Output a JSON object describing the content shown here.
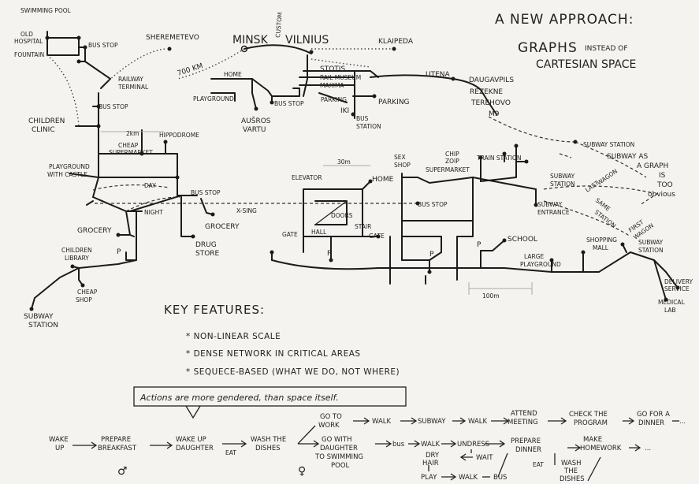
{
  "title": {
    "line1": "A NEW APPROACH:",
    "line2": "GRAPHS",
    "line2b": "INSTEAD OF",
    "line3": "CARTESIAN SPACE"
  },
  "places": {
    "swimming_pool": "SWIMMING POOL",
    "old_hospital_1": "OLD",
    "old_hospital_2": "HOSPITAL",
    "fountain": "FOUNTAIN",
    "bus_stop": "BUS STOP",
    "sheremetevo": "SHEREMETEVO",
    "minsk": "MINSK",
    "custom": "CUSTOM",
    "vilnius": "VILNIUS",
    "klaipeda": "KLAIPEDA",
    "km700": "700 KM",
    "railway_terminal_1": "RAILWAY",
    "railway_terminal_2": "TERMINAL",
    "home": "HOME",
    "playground": "PLAYGROUND",
    "stotis": "STOTIS",
    "rail_museum": "RAIL MUSEUM",
    "maxima": "MAXIMA",
    "parking": "PARKING",
    "iki": "IKI",
    "bus_station_1": "BUS",
    "bus_station_2": "STATION",
    "ausros_1": "AUŠROS",
    "ausros_2": "VARTU",
    "utena": "UTENA",
    "daugavpils": "DAUGAVPILS",
    "rezekne": "REZEKNE",
    "terehovo": "TEREHOVO",
    "m9": "M9",
    "children_clinic_1": "CHILDREN",
    "children_clinic_2": "CLINIC",
    "km2": "2km",
    "hippodrome": "HIPPODROME",
    "cheap_supermarket_1": "CHEAP",
    "cheap_supermarket_2": "SUPERMARKET",
    "playground_castle_1": "PLAYGROUND",
    "playground_castle_2": "WITH CASTLE",
    "day": "DAY",
    "night": "NIGHT",
    "grocery": "GROCERY",
    "drug_store_1": "DRUG",
    "drug_store_2": "STORE",
    "children_library_1": "CHILDREN",
    "children_library_2": "LIBRARY",
    "p": "P",
    "cheap_shop_1": "CHEAP",
    "cheap_shop_2": "SHOP",
    "subway_station_1": "SUBWAY",
    "subway_station_2": "STATION",
    "x_sing": "X-SING",
    "elevator": "ELEVATOR",
    "m30": "30m",
    "doors": "DOORS",
    "stair": "STAIR",
    "hall": "HALL",
    "gate": "GATE",
    "sex_shop_1": "SEX",
    "sex_shop_2": "SHOP",
    "chip_1": "CHIP",
    "chip_2": "ZOIP",
    "supermarket": "SUPERMARKET",
    "train_station": "TRAIN STATION",
    "subway_station_top": "SUBWAY STATION",
    "subway_graph_1": "SUBWAY AS",
    "subway_graph_2": "A GRAPH",
    "subway_graph_3": "IS",
    "subway_graph_4": "TOO",
    "subway_graph_5": "obvious",
    "subway_entrance_1": "SUBWAY",
    "subway_entrance_2": "ENTRANCE",
    "last_wagon_1": "LAST",
    "last_wagon_2": "WAGON",
    "same_station_1": "SAME",
    "same_station_2": "STATION",
    "first_wagon_1": "FIRST",
    "first_wagon_2": "WAGON",
    "school": "SCHOOL",
    "large_playground_1": "LARGE",
    "large_playground_2": "PLAYGROUND",
    "shopping_mall_1": "SHOPPING",
    "shopping_mall_2": "MALL",
    "m100": "100m",
    "delivery_1": "DELIVERY",
    "delivery_2": "SERVICE",
    "medical_lab_1": "MEDICAL",
    "medical_lab_2": "LAB"
  },
  "key": {
    "heading": "KEY FEATURES:",
    "items": [
      "* NON-LINEAR SCALE",
      "* DENSE NETWORK IN CRITICAL AREAS",
      "* SEQUECE-BASED (WHAT WE DO, NOT WHERE)"
    ],
    "note": "Actions are more gendered, than space itself."
  },
  "sequence": {
    "wake_up_1": "WAKE",
    "wake_up_2": "UP",
    "prepare_breakfast_1": "PREPARE",
    "prepare_breakfast_2": "BREAKFAST",
    "wake_daughter_1": "WAKE UP",
    "wake_daughter_2": "DAUGHTER",
    "eat": "EAT",
    "wash_dishes_1": "WASH THE",
    "wash_dishes_2": "DISHES",
    "go_to_work_1": "GO TO",
    "go_to_work_2": "WORK",
    "walk": "WALK",
    "subway": "SUBWAY",
    "attend_meeting_1": "ATTEND",
    "attend_meeting_2": "MEETING",
    "check_program_1": "CHECK THE",
    "check_program_2": "PROGRAM",
    "go_dinner_1": "GO FOR A",
    "go_dinner_2": "DINNER",
    "ellipsis": "...",
    "go_with_daughter_1": "GO WITH",
    "go_with_daughter_2": "DAUGHTER",
    "go_with_daughter_3": "TO SWIMMING",
    "go_with_daughter_4": "POOL",
    "bus": "bus",
    "undress": "UNDRESS",
    "wait": "WAIT",
    "dry_hair_1": "DRY",
    "dry_hair_2": "HAIR",
    "play": "PLAY",
    "bus_upper": "BUS",
    "prepare_dinner_1": "PREPARE",
    "prepare_dinner_2": "DINNER",
    "make_homework_1": "MAKE",
    "make_homework_2": "HOMEWORK",
    "wash_the_dishes_1": "WASH",
    "wash_the_dishes_2": "THE",
    "wash_the_dishes_3": "DISHES",
    "male_symbol": "♂",
    "female_symbol": "♀"
  }
}
